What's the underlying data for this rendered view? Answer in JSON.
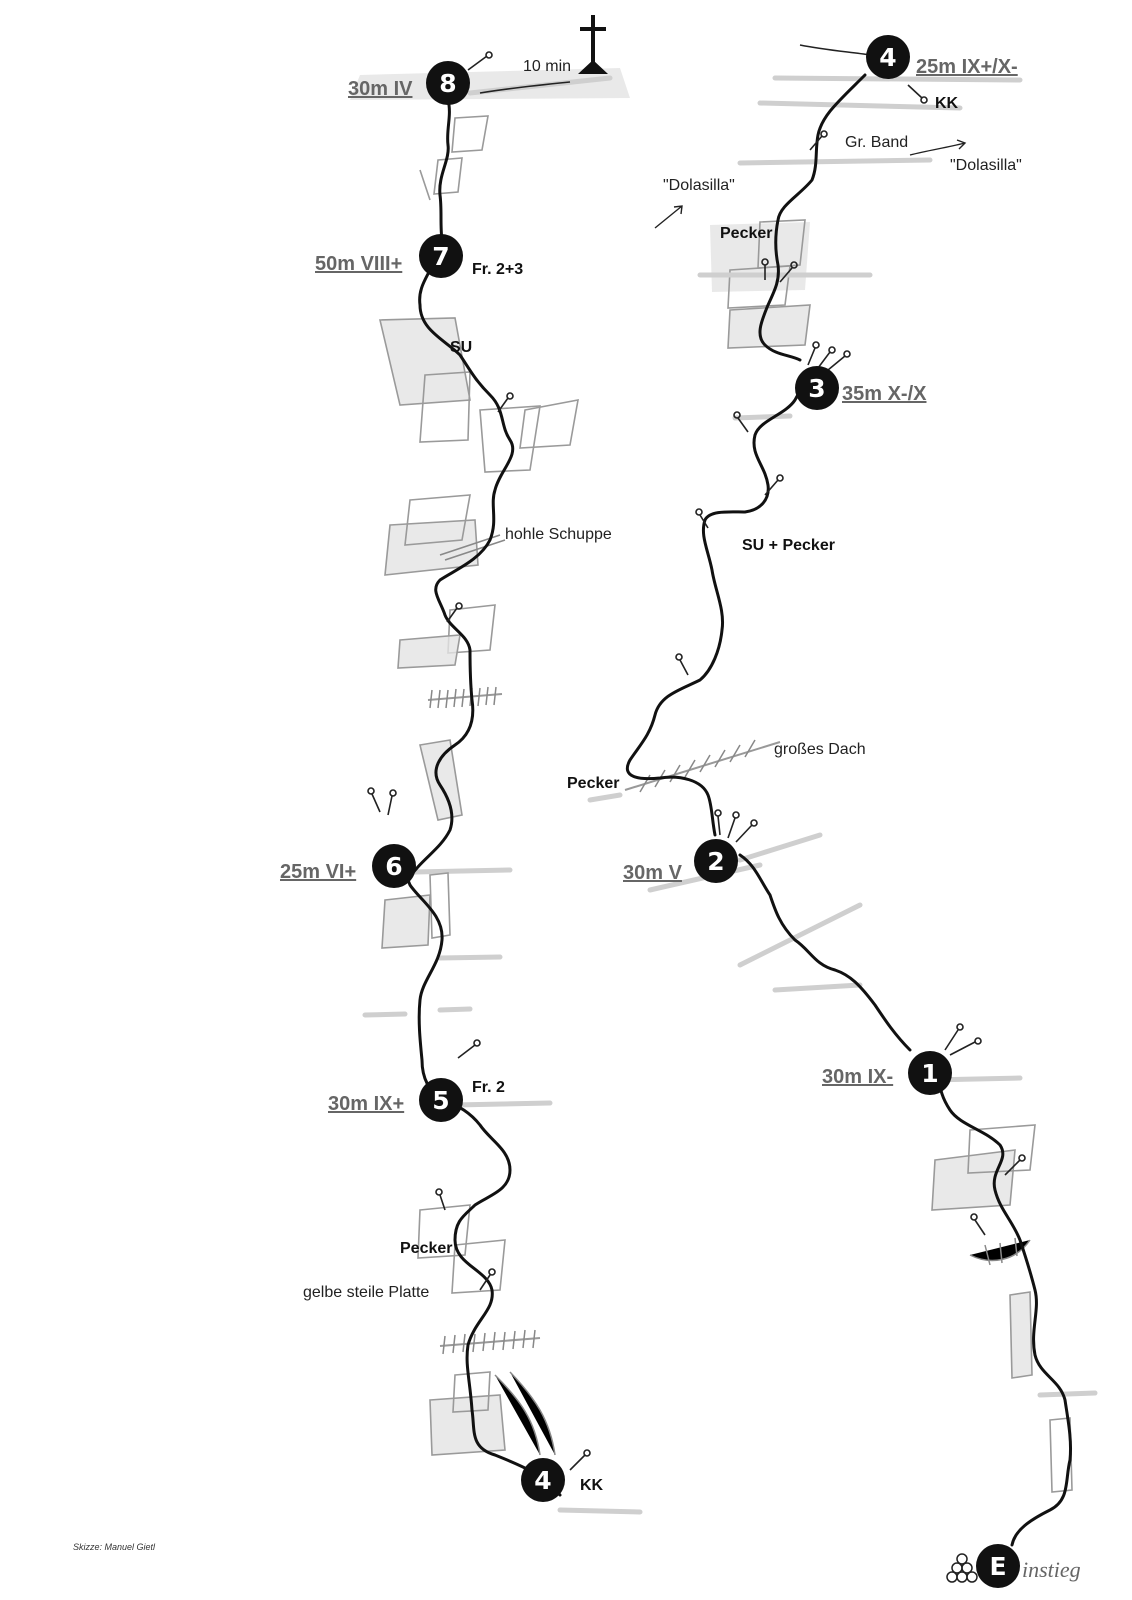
{
  "summit": {
    "time_label": "10 min"
  },
  "stations": [
    {
      "id": "8",
      "pitch": "30m IV"
    },
    {
      "id": "7",
      "pitch": "50m VIII+",
      "note": "Fr. 2+3"
    },
    {
      "id": "6",
      "pitch": "25m VI+"
    },
    {
      "id": "5",
      "pitch": "30m IX+",
      "note": "Fr. 2"
    },
    {
      "id": "4",
      "pitch": "",
      "note": "KK"
    },
    {
      "id": "4",
      "pitch": "25m IX+/X-",
      "note": "KK"
    },
    {
      "id": "3",
      "pitch": "35m X-/X"
    },
    {
      "id": "2",
      "pitch": "30m V"
    },
    {
      "id": "1",
      "pitch": "30m IX-"
    },
    {
      "id": "E",
      "pitch": "",
      "note": "instieg"
    }
  ],
  "annotations": {
    "su": "SU",
    "hohle_schuppe": "hohle Schuppe",
    "pecker_left": "Pecker",
    "gelbe_platte": "gelbe steile Platte",
    "gr_band": "Gr. Band",
    "dolasilla_1": "\"Dolasilla\"",
    "dolasilla_2": "\"Dolasilla\"",
    "pecker_right_top": "Pecker",
    "su_pecker": "SU + Pecker",
    "grosses_dach": "großes Dach",
    "pecker_right_mid": "Pecker"
  },
  "credit": "Skizze: Manuel Gietl",
  "icons": [
    "summit-cross-icon",
    "piton-icon",
    "chock-icon"
  ]
}
